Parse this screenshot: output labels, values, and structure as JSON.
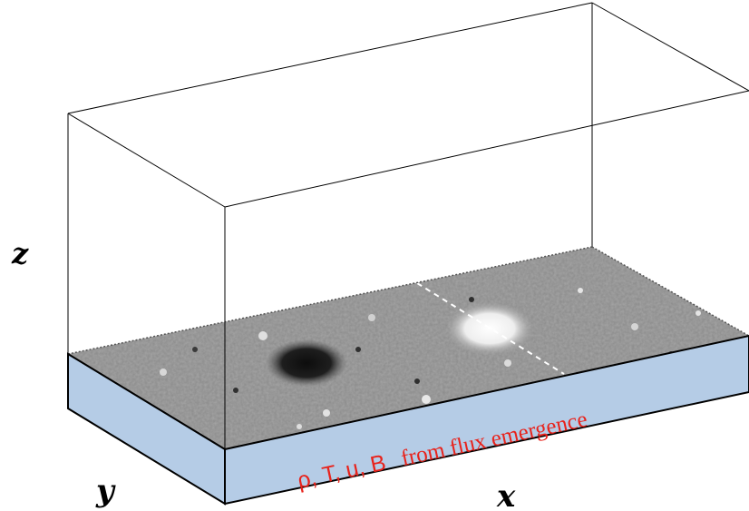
{
  "axes": {
    "x_label": "x",
    "y_label": "y",
    "z_label": "z"
  },
  "boundary": {
    "variables": "ρ, T, u, B",
    "source": "from flux emergence"
  },
  "colors": {
    "slab_face": "#b5cce6",
    "label_red": "#e8231c",
    "edge": "#000000",
    "magnetogram_base": "#8a8a8a"
  }
}
